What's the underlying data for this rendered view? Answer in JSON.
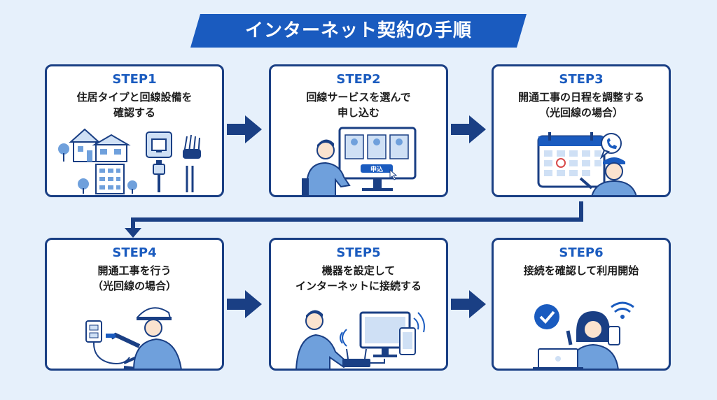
{
  "title": "インターネット契約の手順",
  "colors": {
    "navy": "#1a3f84",
    "accent": "#1a5bbf",
    "light": "#cfe0f5",
    "bg": "#e6f0fb"
  },
  "steps": [
    {
      "label": "STEP1",
      "lines": [
        "住居タイプと回線設備を",
        "確認する"
      ],
      "icons": [
        "house-icon",
        "apartment-icon",
        "lan-port-icon",
        "lan-cable-icon",
        "fiber-cable-icon"
      ]
    },
    {
      "label": "STEP2",
      "lines": [
        "回線サービスを選んで",
        "申し込む"
      ],
      "icons": [
        "person-at-computer-icon"
      ],
      "button_label": "申込"
    },
    {
      "label": "STEP3",
      "lines": [
        "開通工事の日程を調整する",
        "（光回線の場合）"
      ],
      "icons": [
        "calendar-icon",
        "phone-bubble-icon",
        "technician-icon"
      ]
    },
    {
      "label": "STEP4",
      "lines": [
        "開通工事を行う",
        "（光回線の場合）"
      ],
      "icons": [
        "worker-with-helmet-icon",
        "wall-outlet-icon",
        "pliers-icon"
      ]
    },
    {
      "label": "STEP5",
      "lines": [
        "機器を設定して",
        "インターネットに接続する"
      ],
      "icons": [
        "person-with-router-icon",
        "monitor-icon",
        "smartphone-icon",
        "wifi-icon"
      ]
    },
    {
      "label": "STEP6",
      "lines": [
        "接続を確認して利用開始"
      ],
      "icons": [
        "check-circle-icon",
        "woman-with-phone-icon",
        "laptop-icon",
        "wifi-icon"
      ]
    }
  ]
}
